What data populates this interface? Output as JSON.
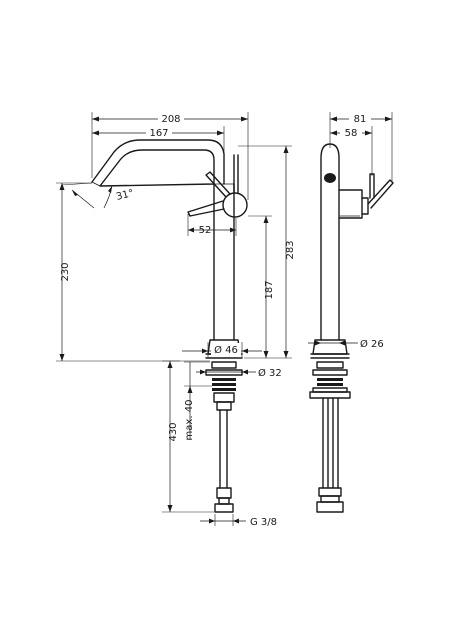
{
  "dimensions": {
    "overall_width": "208",
    "spout_reach": "167",
    "spout_angle": "31°",
    "lever_offset": "52",
    "total_height": "283",
    "body_height": "230",
    "column_height": "187",
    "base_diameter": "Ø 46",
    "thread_diameter": "Ø 32",
    "installation_depth": "430",
    "max_thickness": "max. 40",
    "connection": "G 3/8",
    "side_depth": "81",
    "side_lever": "58",
    "side_diameter": "Ø 26"
  }
}
